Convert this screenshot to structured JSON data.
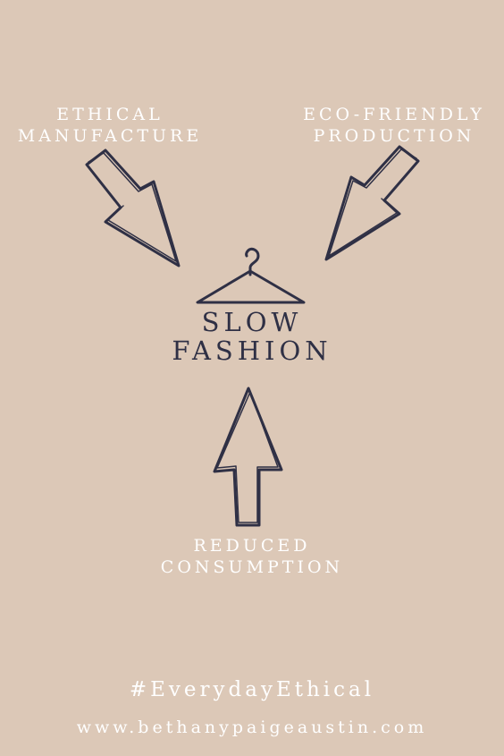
{
  "labels": {
    "top_left": [
      "ETHICAL",
      "MANUFACTURE"
    ],
    "top_right": [
      "ECO-FRIENDLY",
      "PRODUCTION"
    ],
    "bottom": [
      "REDUCED",
      "CONSUMPTION"
    ]
  },
  "center": {
    "line1": "SLOW",
    "line2": "FASHION"
  },
  "footer": {
    "hashtag": "#EverydayEthical",
    "website": "www.bethanypaigeaustin.com"
  },
  "colors": {
    "background": "#dcc8b7",
    "ink": "#2f3045",
    "text": "#ffffff"
  },
  "icons": [
    "hanger-icon",
    "arrow-down-right-icon",
    "arrow-down-left-icon",
    "arrow-up-icon"
  ]
}
